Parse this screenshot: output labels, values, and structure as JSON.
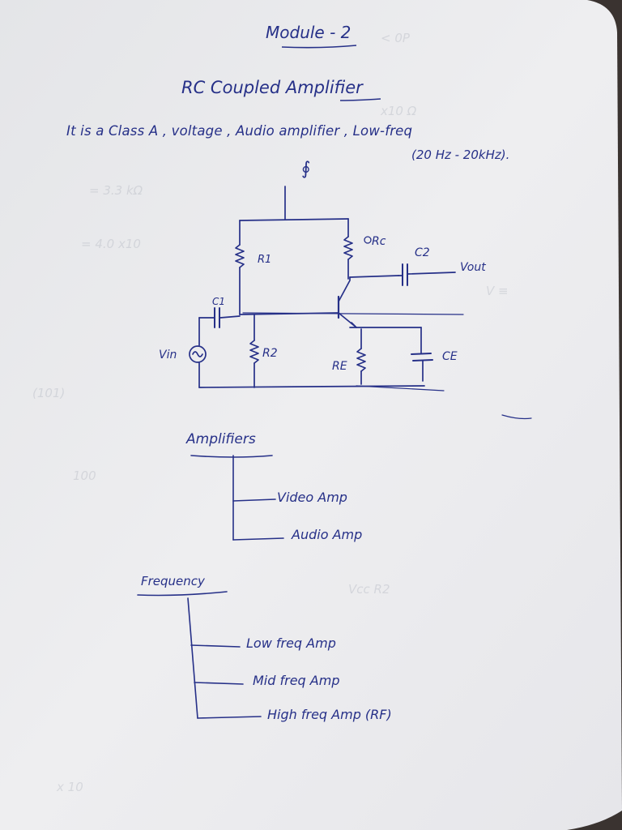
{
  "heading": "Module - 2",
  "title": "RC Coupled Amplifier",
  "intro": {
    "line1": "It is a  Class A ,  voltage ,  Audio amplifier ,  Low-freq",
    "line2": "(20 Hz - 20kHz).",
    "mark": "∮"
  },
  "circuit": {
    "r1": "R1",
    "rc": "Rc",
    "c2": "C2",
    "vout": "Vout",
    "c1": "C1",
    "r2": "R2",
    "vin": "Vin",
    "re": "RE",
    "ce": "CE"
  },
  "amplifiers": {
    "root": "Amplifiers",
    "items": [
      "Video Amp",
      "Audio Amp"
    ]
  },
  "frequency": {
    "root": "Frequency",
    "items": [
      "Low freq Amp",
      "Mid freq Amp",
      "High freq Amp (RF)"
    ]
  },
  "colors": {
    "ink": "#263088",
    "paper": "#ebebed",
    "background": "#3a3330"
  }
}
